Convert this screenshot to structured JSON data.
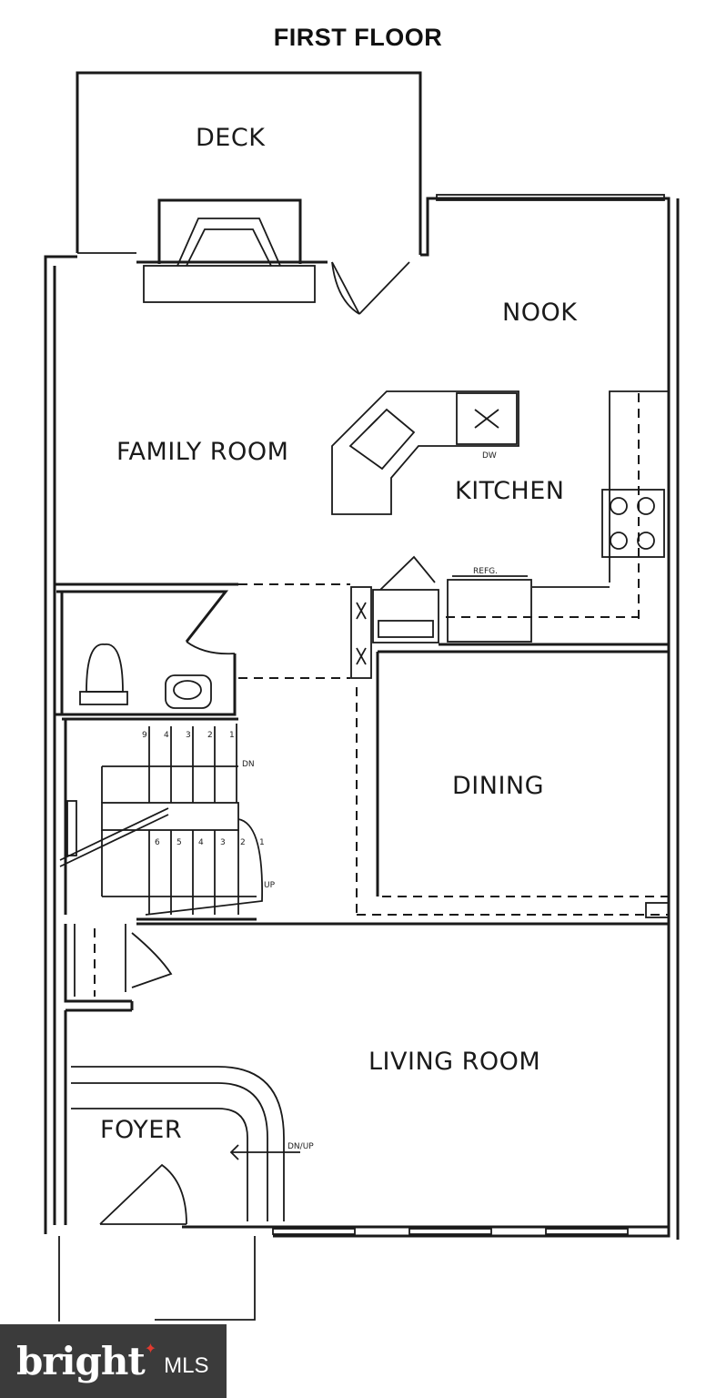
{
  "title": "FIRST FLOOR",
  "rooms": {
    "deck": "DECK",
    "nook": "NOOK",
    "family_room": "FAMILY ROOM",
    "kitchen": "KITCHEN",
    "dining": "DINING",
    "living_room": "LIVING ROOM",
    "foyer": "FOYER"
  },
  "fixtures": {
    "dw": "DW",
    "refg": "REFG.",
    "dn": "DN",
    "up": "UP",
    "dn_up": "DN/UP"
  },
  "stair_numbers_top": [
    "9",
    "4",
    "3",
    "2",
    "1"
  ],
  "stair_numbers_bottom": [
    "6",
    "5",
    "4",
    "3",
    "2",
    "1"
  ],
  "logo": {
    "brand": "bright",
    "suffix": "MLS"
  }
}
